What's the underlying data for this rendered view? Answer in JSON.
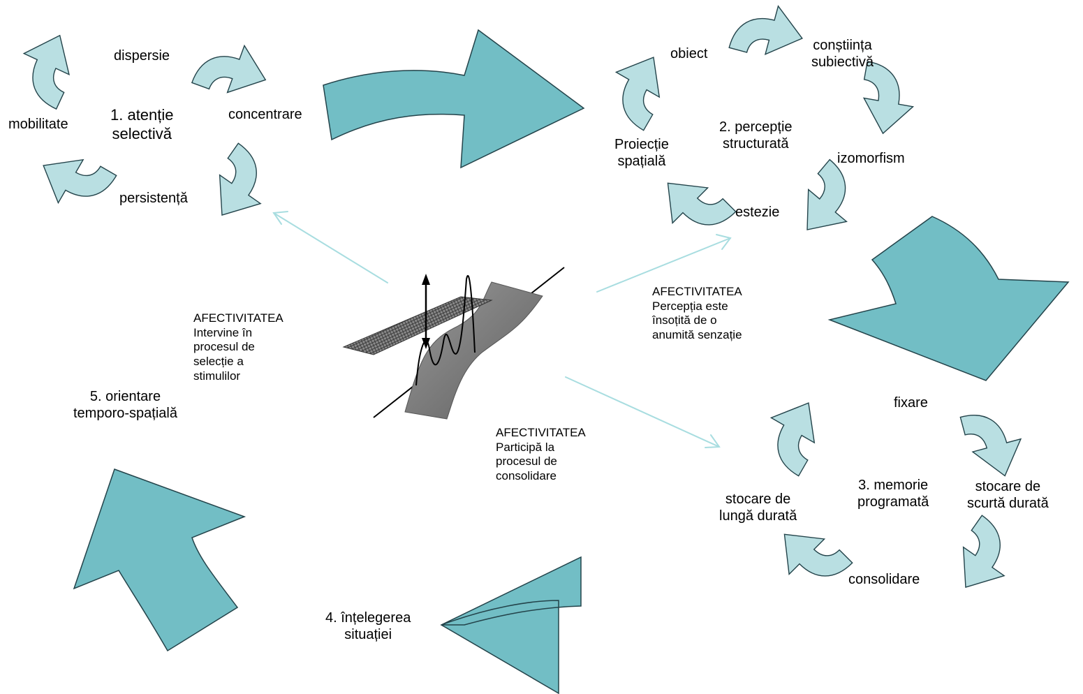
{
  "colors": {
    "small_arrow_fill": "#b9dfe2",
    "big_arrow_fill": "#72bec5",
    "arrow_stroke": "#23434a",
    "connector": "#a8dde0"
  },
  "cycle1": {
    "title": [
      "1. atenție",
      "selectivă"
    ],
    "dispersie": "dispersie",
    "concentrare": "concentrare",
    "persistenta": "persistență",
    "mobilitate": "mobilitate"
  },
  "cycle2": {
    "title": [
      "2. percepție",
      "structurată"
    ],
    "obiect": "obiect",
    "constiinta": [
      "conștiința",
      "subiectivă"
    ],
    "izomorfism": "izomorfism",
    "estezie": "estezie",
    "proiectie": [
      "Proiecție",
      "spațială"
    ]
  },
  "cycle3": {
    "title": [
      "3. memorie",
      "programată"
    ],
    "fixare": "fixare",
    "scurta": [
      "stocare de",
      "scurtă durată"
    ],
    "consolidare": "consolidare",
    "lunga": [
      "stocare de",
      "lungă durată"
    ]
  },
  "step4": [
    "4. înțelegerea",
    "situației"
  ],
  "step5": [
    "5. orientare",
    "temporo-spațială"
  ],
  "affect": {
    "left": [
      "AFECTIVITATEA",
      "Intervine în",
      "procesul de",
      "selecție a",
      "stimulilor"
    ],
    "right": [
      "AFECTIVITATEA",
      "Percepția este",
      "însoțită de o",
      "anumită senzație"
    ],
    "bottom": [
      "AFECTIVITATEA",
      "Participă  la",
      "procesul de",
      "consolidare"
    ]
  },
  "icons": {
    "center": "wave-surface-icon"
  }
}
